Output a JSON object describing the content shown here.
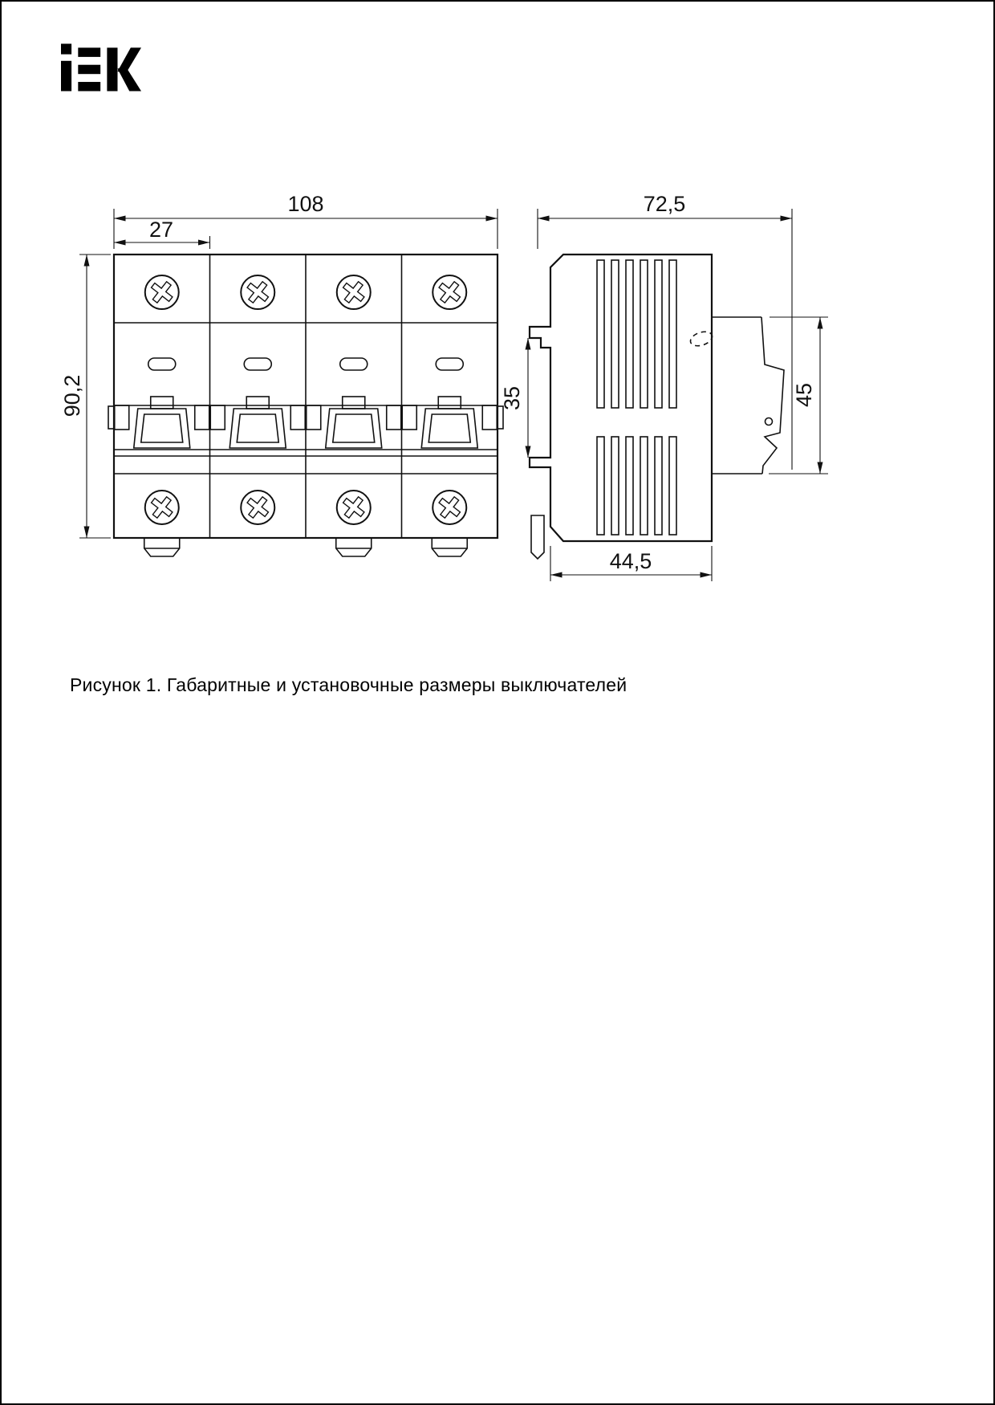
{
  "brand": {
    "logo_text": "IEK"
  },
  "figure": {
    "caption": "Рисунок 1. Габаритные и установочные размеры выключателей"
  },
  "front_view": {
    "dimensions": {
      "overall_width_mm": "108",
      "module_width_mm": "27",
      "height_mm": "90,2"
    }
  },
  "side_view": {
    "dimensions": {
      "overall_depth_mm": "72,5",
      "din_rail_mm": "35",
      "front_height_mm": "45",
      "body_depth_mm": "44,5"
    }
  }
}
